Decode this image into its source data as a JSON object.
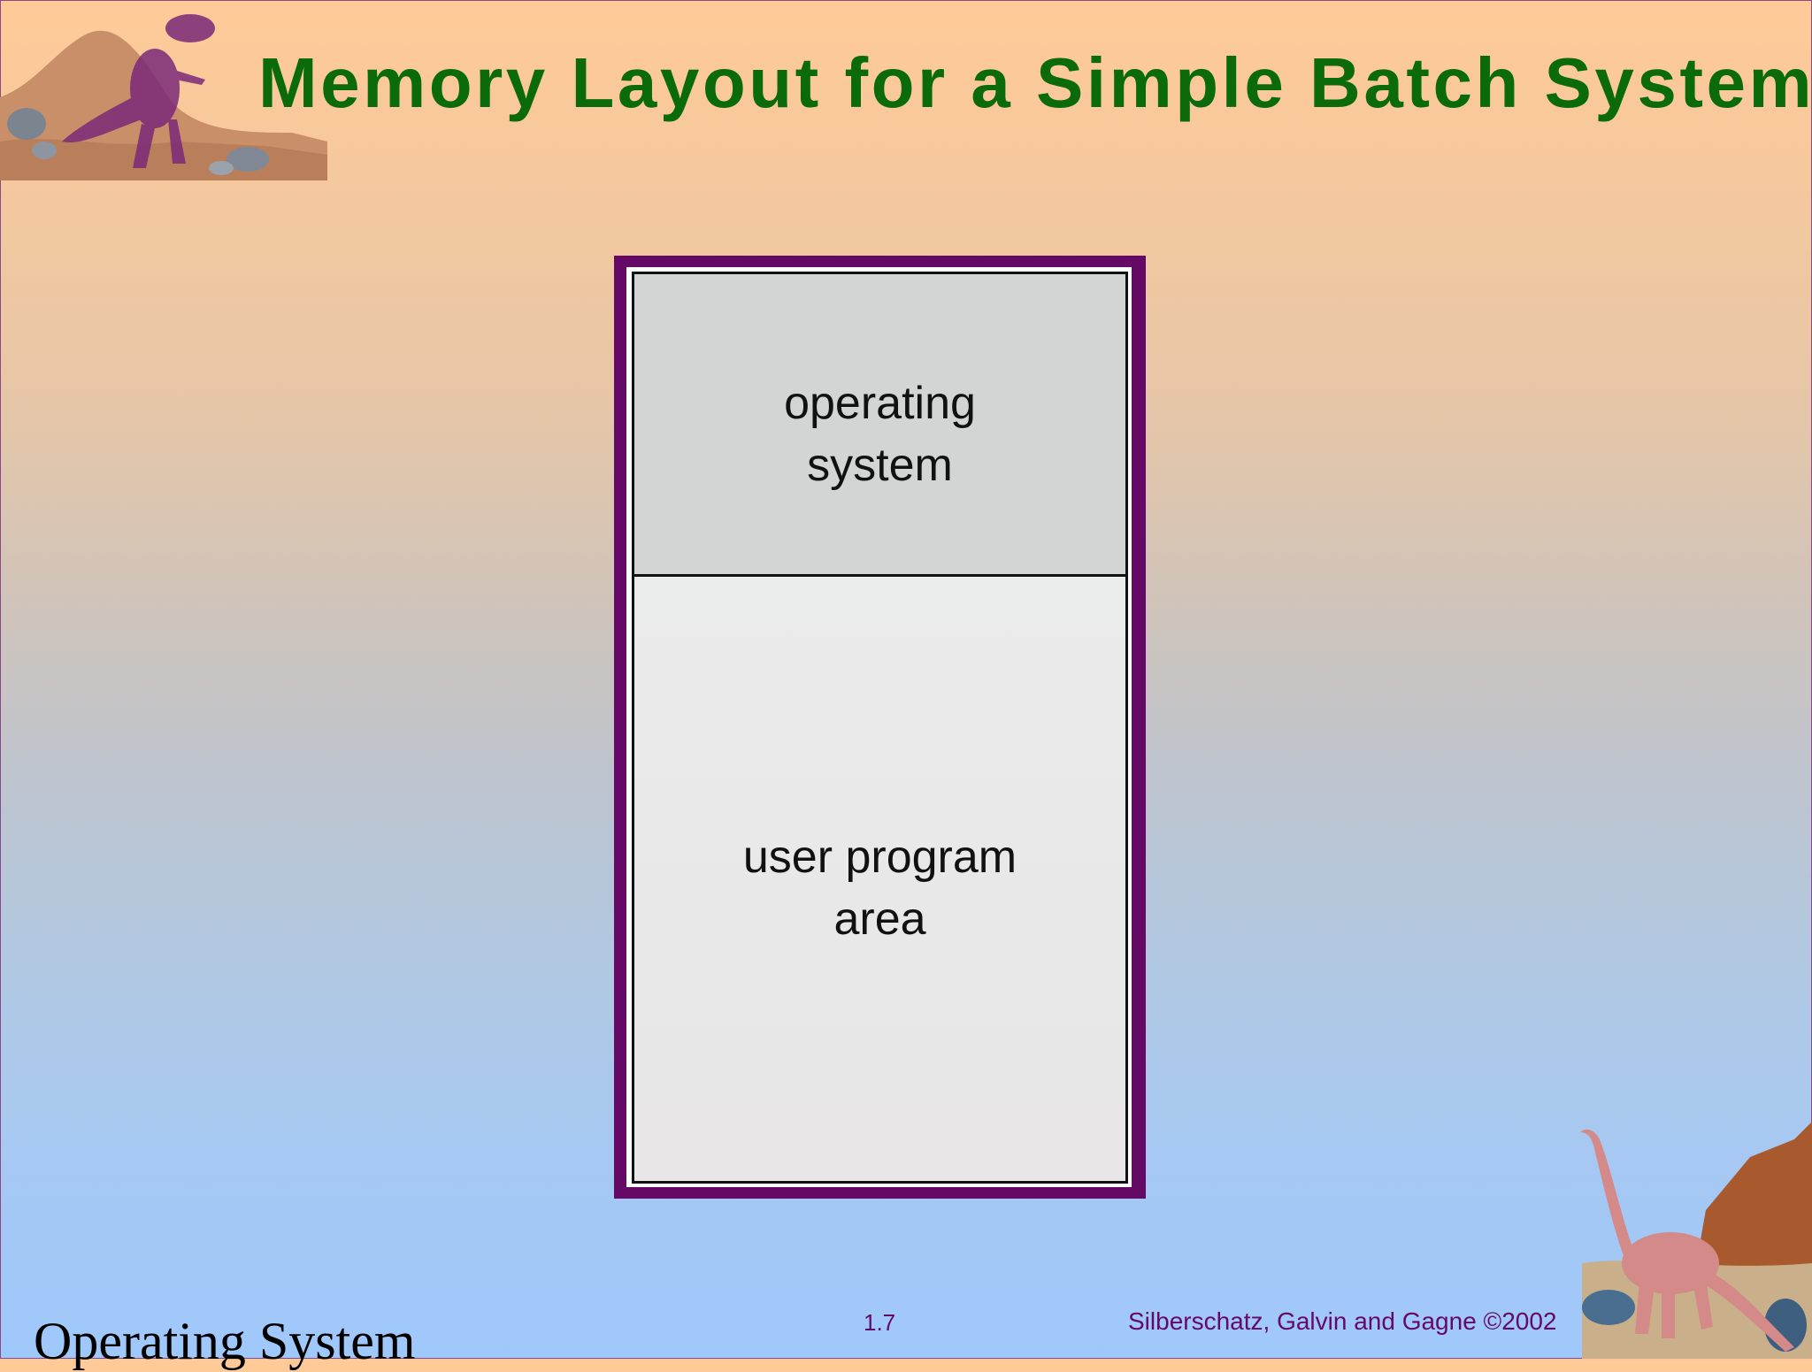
{
  "slide": {
    "title": "Memory Layout for a Simple Batch System",
    "footer_left": "Operating System",
    "page_number": "1.7",
    "copyright": "Silberschatz, Galvin and  Gagne ©2002"
  },
  "diagram": {
    "segments": [
      {
        "label": "operating\nsystem"
      },
      {
        "label": "user program\narea"
      }
    ]
  },
  "colors": {
    "title": "#0b6b0b",
    "frame_purple": "#650967",
    "os_segment": "#d3d4d4",
    "user_segment": "#e9e9e9"
  }
}
